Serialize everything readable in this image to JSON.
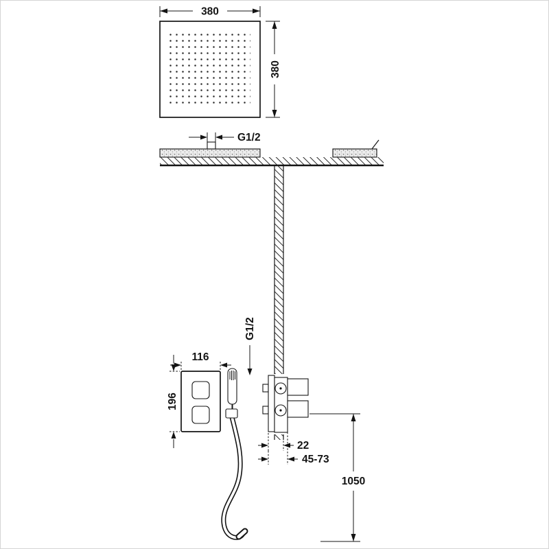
{
  "colors": {
    "line": "#141414",
    "background": "#ffffff"
  },
  "dimensions": {
    "head_width": "380",
    "head_depth": "380",
    "head_connection_thread": "G1/2",
    "valve_connection_thread": "G1/2",
    "valve_plate_width": "116",
    "valve_plate_height": "196",
    "wall_offset": "22",
    "recess_depth_range": "45-73",
    "installation_height": "1050"
  }
}
